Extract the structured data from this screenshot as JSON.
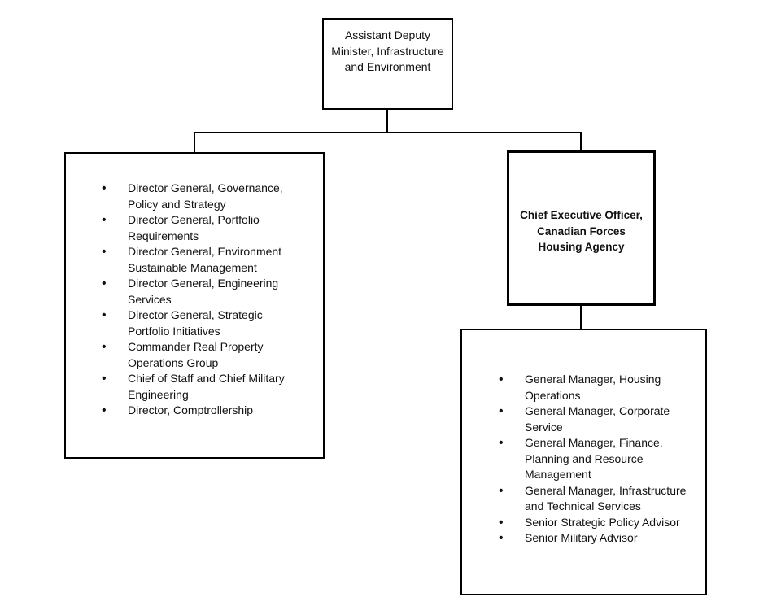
{
  "diagram": {
    "type": "org-chart",
    "root": {
      "label": "Assistant Deputy Minister, Infrastructure and Environment"
    },
    "left_group": {
      "items": [
        "Director General, Governance, Policy and Strategy",
        "Director General, Portfolio Requirements",
        "Director General, Environment Sustainable Management",
        "Director General, Engineering Services",
        "Director General, Strategic Portfolio Initiatives",
        "Commander Real Property Operations Group",
        "Chief of Staff and Chief Military Engineering",
        "Director, Comptrollership"
      ]
    },
    "ceo": {
      "label": "Chief Executive Officer, Canadian Forces Housing Agency"
    },
    "right_group": {
      "items": [
        "General Manager, Housing Operations",
        "General Manager, Corporate Service",
        "General Manager, Finance, Planning and Resource Management",
        "General Manager, Infrastructure and Technical Services",
        "Senior Strategic Policy Advisor",
        "Senior Military Advisor"
      ]
    },
    "bullet_glyph": "•",
    "colors": {
      "line": "#000000",
      "background": "#ffffff",
      "text": "#111111"
    }
  }
}
